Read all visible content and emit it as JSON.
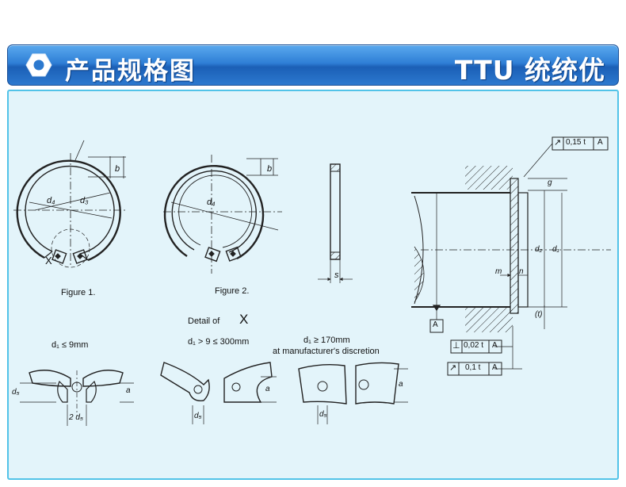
{
  "header": {
    "title": "产品规格图",
    "brand": "TTU 统统优"
  },
  "drawing": {
    "figure1": "Figure 1.",
    "figure2": "Figure 2.",
    "detail_of": "Detail of",
    "detail_mark": "X",
    "x_mark": "X",
    "case1": "d₁ ≤ 9mm",
    "case2": "d₁ > 9 ≤ 300mm",
    "case3": "d₁ ≥ 170mm",
    "case3_note": "at manufacturer's discretion",
    "dims": {
      "d4": "d₄",
      "d3": "d₃",
      "b": "b",
      "s": "s",
      "d5": "d₅",
      "two_d5": "2 d₅",
      "a": "a",
      "g": "g",
      "d2": "d₂",
      "d1": "d₁",
      "m": "m",
      "n": "n",
      "t": "(t)"
    },
    "datum": "A",
    "tolerances": [
      {
        "symbol": "↗",
        "value": "0,15 t",
        "datum": "A"
      },
      {
        "symbol": "⊥",
        "value": "0,02 t",
        "datum": "A"
      },
      {
        "symbol": "↗",
        "value": "0,1 t",
        "datum": "A"
      }
    ]
  }
}
